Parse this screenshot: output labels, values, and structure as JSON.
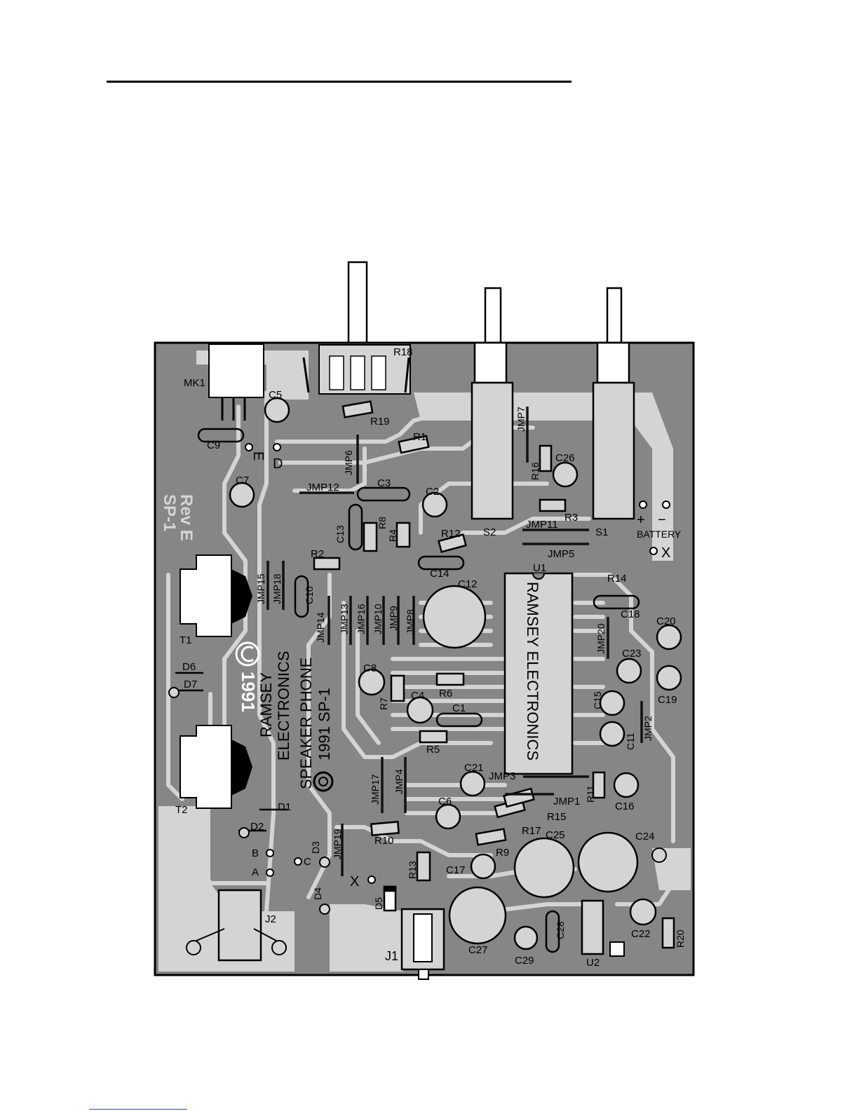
{
  "board": {
    "model_rev": [
      "SP-1",
      "Rev E"
    ],
    "copyright_year": "1991",
    "brand": "RAMSEY",
    "brand_line": "ELECTRONICS",
    "product_line": "SPEAKER PHONE",
    "product_code": "1991 SP-1",
    "ic_marking": "RAMSEY ELECTRONICS",
    "battery_label": "BATTERY",
    "plus": "+",
    "minus": "−"
  },
  "colors": {
    "board": "#868686",
    "trace": "#d4d4d4",
    "outline": "#000000",
    "silk": "#ffffff"
  },
  "labels": {
    "mk1": "MK1",
    "r18": "R18",
    "c5": "C5",
    "r19": "R19",
    "c9": "C9",
    "r1": "R1",
    "jmp6": "JMP6",
    "jmp7": "JMP7",
    "r16": "R16",
    "c26": "C26",
    "c7": "C7",
    "jmp12": "JMP12",
    "c3": "C3",
    "c2": "C2",
    "r8": "R8",
    "c13": "C13",
    "r4": "R4",
    "r12": "R12",
    "s2": "S2",
    "jmp11": "JMP11",
    "r3": "R3",
    "s1": "S1",
    "r2": "R2",
    "jmp5": "JMP5",
    "jmp15": "JMP15",
    "jmp18": "JMP18",
    "c10": "C10",
    "c14": "C14",
    "c12": "C12",
    "u1": "U1",
    "r14": "R14",
    "c18": "C18",
    "jmp14": "JMP14",
    "jmp13": "JMP13",
    "jmp16": "JMP16",
    "jmp10": "JMP10",
    "jmp9": "JMP9",
    "jmp8": "JMP8",
    "t1": "T1",
    "c20": "C20",
    "jmp20": "JMP20",
    "c23": "C23",
    "d6": "D6",
    "d7": "D7",
    "c8": "C8",
    "r6": "R6",
    "c19": "C19",
    "r7": "R7",
    "c4": "C4",
    "c15": "C15",
    "c1": "C1",
    "c11": "C11",
    "jmp2": "JMP2",
    "r5": "R5",
    "c21": "C21",
    "jmp3": "JMP3",
    "r11": "R11",
    "jmp17": "JMP17",
    "jmp4": "JMP4",
    "c16": "C16",
    "jmp1": "JMP1",
    "c6": "C6",
    "t2": "T2",
    "d1": "D1",
    "r15": "R15",
    "r17": "R17",
    "c25": "C25",
    "c24": "C24",
    "d2": "D2",
    "jmp19": "JMP19",
    "r10": "R10",
    "r9": "R9",
    "b": "B",
    "c": "C",
    "d3": "D3",
    "r13": "R13",
    "c17": "C17",
    "a": "A",
    "x": "X",
    "e": "E",
    "d": "D",
    "d4": "D4",
    "d5": "D5",
    "j2": "J2",
    "c28": "C28",
    "c22": "C22",
    "r20": "R20",
    "j1": "J1",
    "c27": "C27",
    "c29": "C29",
    "u2": "U2"
  }
}
